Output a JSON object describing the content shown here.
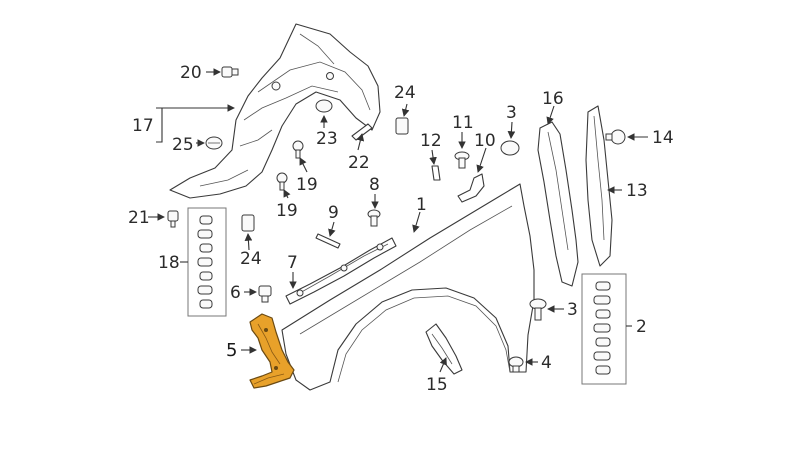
{
  "diagram": {
    "callouts": {
      "c1": "1",
      "c2": "2",
      "c3a": "3",
      "c3b": "3",
      "c4": "4",
      "c5": "5",
      "c6": "6",
      "c7": "7",
      "c8": "8",
      "c9": "9",
      "c10": "10",
      "c11": "11",
      "c12": "12",
      "c13": "13",
      "c14": "14",
      "c15": "15",
      "c16": "16",
      "c17": "17",
      "c18": "18",
      "c19a": "19",
      "c19b": "19",
      "c20": "20",
      "c21": "21",
      "c22": "22",
      "c23": "23",
      "c24a": "24",
      "c24b": "24",
      "c25": "25"
    },
    "highlight_color": "#e8a12a"
  }
}
